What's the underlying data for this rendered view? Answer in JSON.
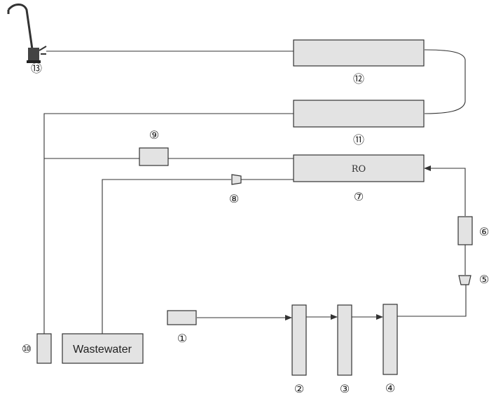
{
  "labels": {
    "c1": "①",
    "c2": "②",
    "c3": "③",
    "c4": "④",
    "c5": "⑤",
    "c6": "⑥",
    "c7": "⑦",
    "c8": "⑧",
    "c9": "⑨",
    "c10": "⑩",
    "c11": "⑪",
    "c12": "⑫",
    "c13": "⑬"
  },
  "ro_text": "RO",
  "wastewater_text": "Wastewater",
  "colors": {
    "box_fill": "#e3e3e3",
    "line": "#333333"
  }
}
